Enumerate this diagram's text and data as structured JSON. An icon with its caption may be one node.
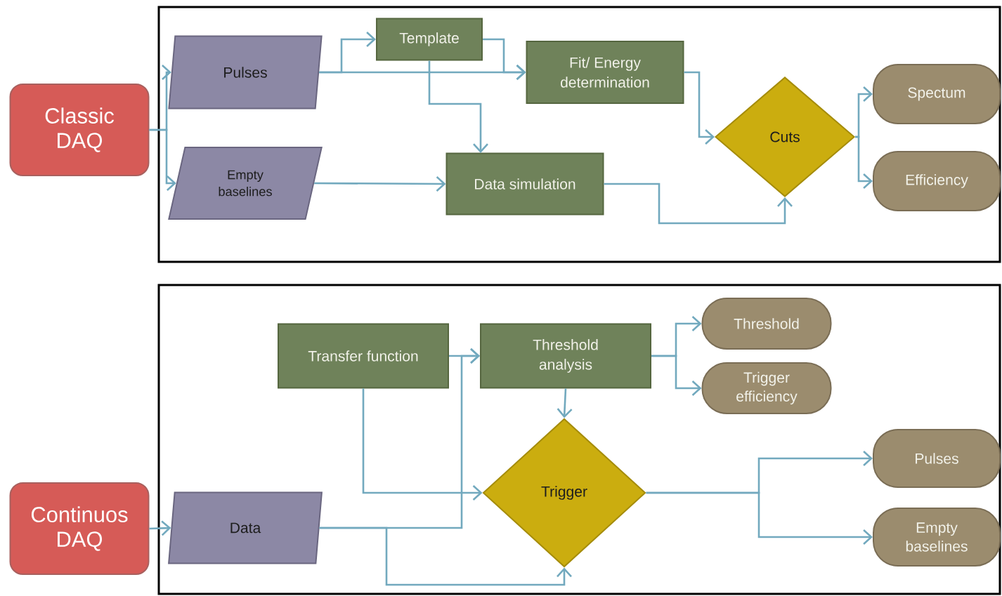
{
  "diagram": {
    "nodes": [
      {
        "text": [
          "Classic DAQ"
        ]
      },
      {
        "text": [
          "Pulses"
        ]
      },
      {
        "text": [
          "Empty baselines"
        ]
      },
      {
        "text": [
          "Template"
        ]
      },
      {
        "text": [
          "Fit/ Energy determination"
        ]
      },
      {
        "text": [
          "Data simulation"
        ]
      },
      {
        "text": [
          "Cuts"
        ]
      },
      {
        "text": [
          "Spectum"
        ]
      },
      {
        "text": [
          "Efficiency"
        ]
      },
      {
        "text": [
          "Continuos DAQ"
        ]
      },
      {
        "text": [
          "Transfer function"
        ]
      },
      {
        "text": [
          "Threshold analysis"
        ]
      },
      {
        "text": [
          "Threshold"
        ]
      },
      {
        "text": [
          "Trigger efficiency"
        ]
      },
      {
        "text": [
          "Data"
        ]
      },
      {
        "text": [
          "Trigger"
        ]
      },
      {
        "text": [
          "Pulses"
        ]
      },
      {
        "text": [
          "Empty baselines"
        ]
      }
    ],
    "edges": [
      {
        "from": 0,
        "to": 1,
        "arrow": "to"
      },
      {
        "from": 0,
        "to": 2,
        "arrow": "to"
      },
      {
        "from": 1,
        "to": 3,
        "arrow": "to"
      },
      {
        "from": 1,
        "to": 4,
        "arrow": "to"
      },
      {
        "from": 3,
        "to": 4,
        "arrow": "to"
      },
      {
        "from": 3,
        "to": 5,
        "arrow": "to"
      },
      {
        "from": 2,
        "to": 5,
        "arrow": "to"
      },
      {
        "from": 4,
        "to": 6,
        "arrow": "to"
      },
      {
        "from": 5,
        "to": 6,
        "arrow": "to"
      },
      {
        "from": 6,
        "to": 7,
        "arrow": "to"
      },
      {
        "from": 6,
        "to": 8,
        "arrow": "to"
      },
      {
        "from": 9,
        "to": 14,
        "arrow": "to"
      },
      {
        "from": 10,
        "to": 11,
        "arrow": "to"
      },
      {
        "from": 14,
        "to": 11,
        "arrow": "to"
      },
      {
        "from": 10,
        "to": 15,
        "arrow": "to"
      },
      {
        "from": 11,
        "to": 15,
        "arrow": "to"
      },
      {
        "from": 14,
        "to": 15,
        "arrow": "to"
      },
      {
        "from": 11,
        "to": 12,
        "arrow": "to"
      },
      {
        "from": 11,
        "to": 13,
        "arrow": "to"
      },
      {
        "from": 15,
        "to": 16,
        "arrow": "to"
      },
      {
        "from": 15,
        "to": 17,
        "arrow": "to"
      }
    ]
  }
}
